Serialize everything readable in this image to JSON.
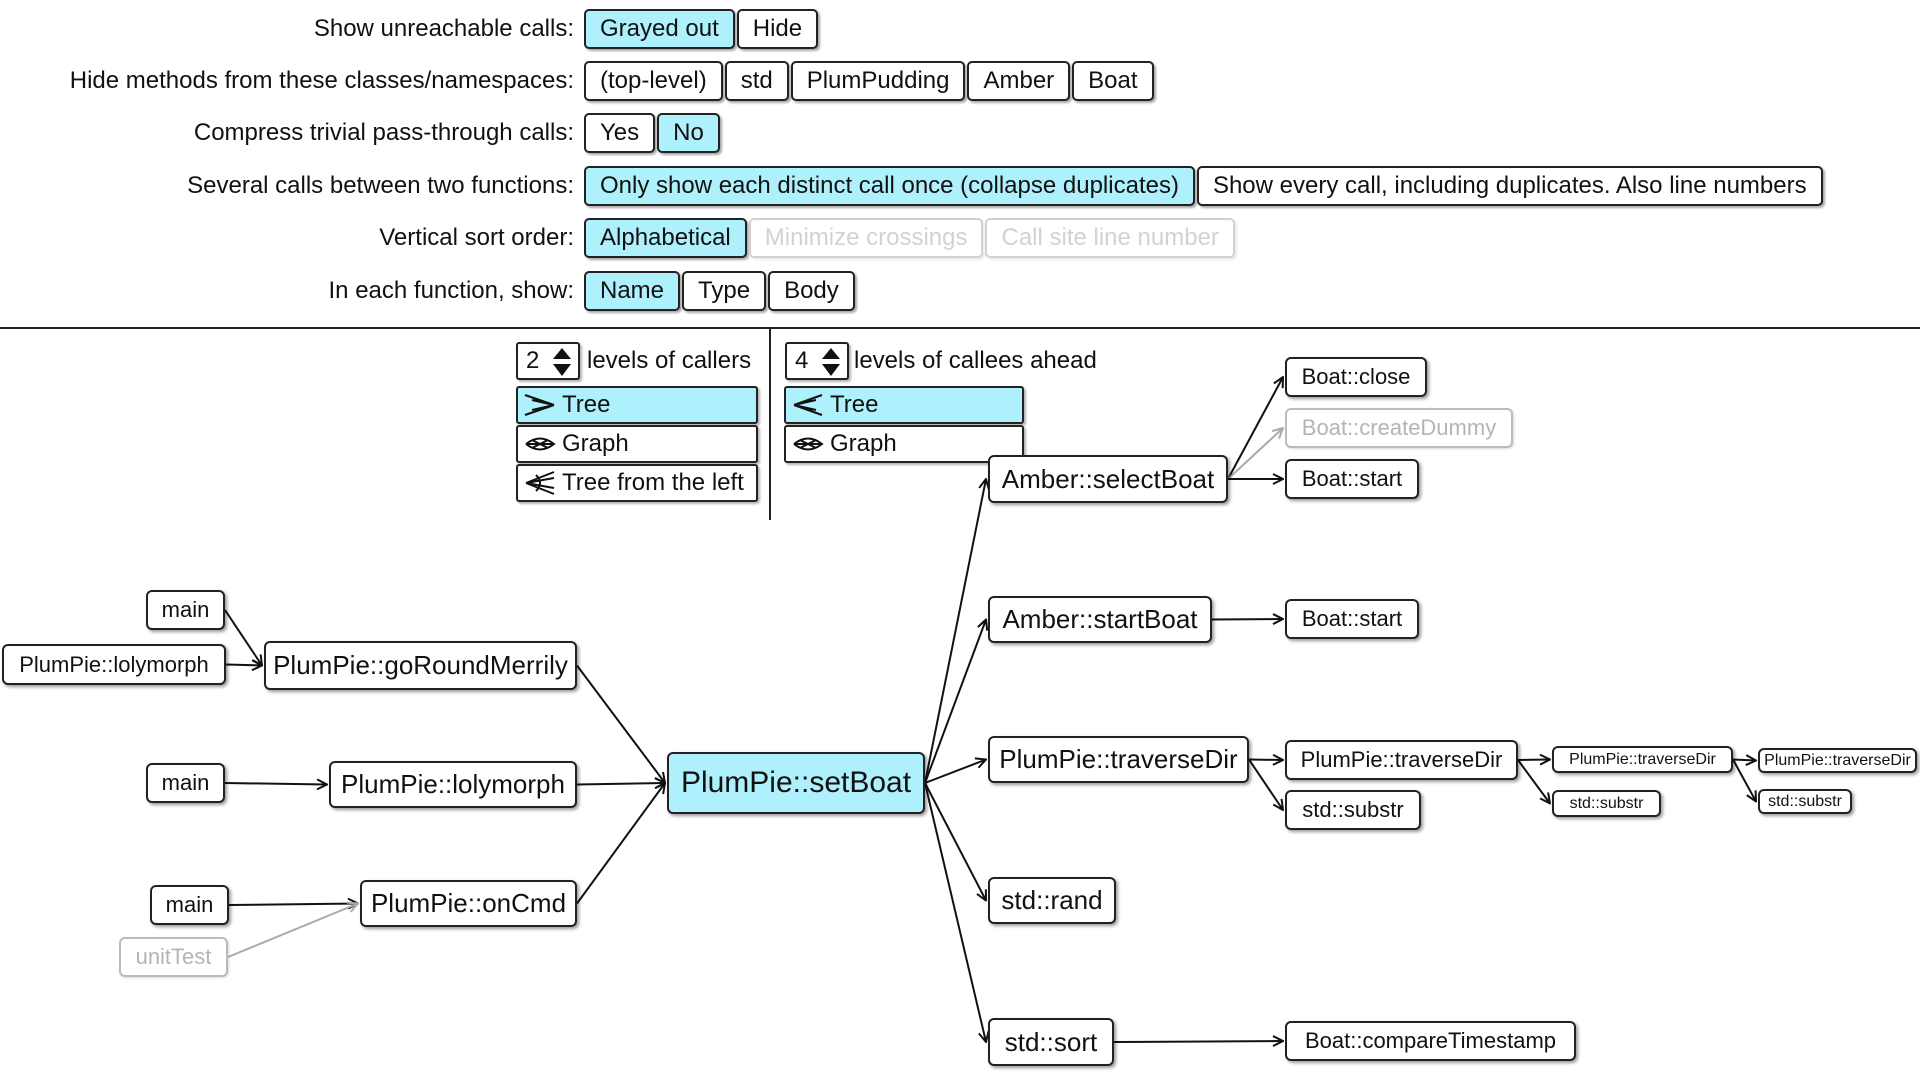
{
  "options": {
    "unreachable": {
      "label": "Show unreachable calls:",
      "buttons": [
        "Grayed out",
        "Hide"
      ],
      "selected": "Grayed out"
    },
    "hide_methods": {
      "label": "Hide methods from these classes/namespaces:",
      "buttons": [
        "(top-level)",
        "std",
        "PlumPudding",
        "Amber",
        "Boat"
      ]
    },
    "compress": {
      "label": "Compress trivial pass-through calls:",
      "buttons": [
        "Yes",
        "No"
      ],
      "selected": "No"
    },
    "duplicates": {
      "label": "Several calls between two functions:",
      "buttons": [
        "Only show each distinct call once (collapse duplicates)",
        "Show every call, including duplicates. Also line numbers"
      ],
      "selected": "Only show each distinct call once (collapse duplicates)"
    },
    "sort_order": {
      "label": "Vertical sort order:",
      "buttons": [
        "Alphabetical",
        "Minimize crossings",
        "Call site line number"
      ],
      "selected": "Alphabetical",
      "disabled": [
        "Minimize crossings",
        "Call site line number"
      ]
    },
    "show": {
      "label": "In each function, show:",
      "buttons": [
        "Name",
        "Type",
        "Body"
      ],
      "selected": "Name"
    }
  },
  "callers": {
    "levels": "2",
    "label": "levels of callers",
    "modes": [
      "Tree",
      "Graph",
      "Tree from the left"
    ],
    "selected": "Tree",
    "icons": [
      "fan-right-icon",
      "graph-icon",
      "fan-left-icon"
    ]
  },
  "callees": {
    "levels": "4",
    "label": "levels of callees ahead",
    "modes": [
      "Tree",
      "Graph"
    ],
    "selected": "Tree",
    "icons": [
      "fan-left-icon",
      "graph-icon"
    ]
  },
  "colors": {
    "selected": "#aef0fb",
    "border": "#222222",
    "grayed": "#b4b4b4"
  },
  "graph": {
    "focus": "PlumPie::setBoat",
    "nodes": [
      {
        "id": "focus",
        "label": "PlumPie::setBoat"
      },
      {
        "id": "c1",
        "label": "PlumPie::goRoundMerrily"
      },
      {
        "id": "c2",
        "label": "PlumPie::lolymorph"
      },
      {
        "id": "c3",
        "label": "PlumPie::onCmd"
      },
      {
        "id": "c1a",
        "label": "main"
      },
      {
        "id": "c1b",
        "label": "PlumPie::lolymorph"
      },
      {
        "id": "c2a",
        "label": "main"
      },
      {
        "id": "c3a",
        "label": "main"
      },
      {
        "id": "c3b",
        "label": "unitTest",
        "unreachable": true
      },
      {
        "id": "e1",
        "label": "Amber::selectBoat"
      },
      {
        "id": "e2",
        "label": "Amber::startBoat"
      },
      {
        "id": "e3",
        "label": "PlumPie::traverseDir"
      },
      {
        "id": "e4",
        "label": "std::rand"
      },
      {
        "id": "e5",
        "label": "std::sort"
      },
      {
        "id": "e1a",
        "label": "Boat::close"
      },
      {
        "id": "e1b",
        "label": "Boat::createDummy",
        "unreachable": true
      },
      {
        "id": "e1c",
        "label": "Boat::start"
      },
      {
        "id": "e2a",
        "label": "Boat::start"
      },
      {
        "id": "e3a",
        "label": "PlumPie::traverseDir"
      },
      {
        "id": "e3b",
        "label": "std::substr"
      },
      {
        "id": "e5a",
        "label": "Boat::compareTimestamp"
      },
      {
        "id": "e3a1",
        "label": "PlumPie::traverseDir"
      },
      {
        "id": "e3a2",
        "label": "std::substr"
      },
      {
        "id": "e3a1a",
        "label": "PlumPie::traverseDir"
      },
      {
        "id": "e3a1b",
        "label": "std::substr"
      }
    ],
    "edges": [
      {
        "from": "c1",
        "to": "focus"
      },
      {
        "from": "c2",
        "to": "focus"
      },
      {
        "from": "c3",
        "to": "focus"
      },
      {
        "from": "c1a",
        "to": "c1"
      },
      {
        "from": "c1b",
        "to": "c1"
      },
      {
        "from": "c2a",
        "to": "c2"
      },
      {
        "from": "c3a",
        "to": "c3"
      },
      {
        "from": "c3b",
        "to": "c3",
        "unreachable": true
      },
      {
        "from": "focus",
        "to": "e1"
      },
      {
        "from": "focus",
        "to": "e2"
      },
      {
        "from": "focus",
        "to": "e3"
      },
      {
        "from": "focus",
        "to": "e4"
      },
      {
        "from": "focus",
        "to": "e5"
      },
      {
        "from": "e1",
        "to": "e1a"
      },
      {
        "from": "e1",
        "to": "e1b",
        "unreachable": true
      },
      {
        "from": "e1",
        "to": "e1c"
      },
      {
        "from": "e2",
        "to": "e2a"
      },
      {
        "from": "e3",
        "to": "e3a"
      },
      {
        "from": "e3",
        "to": "e3b"
      },
      {
        "from": "e5",
        "to": "e5a"
      },
      {
        "from": "e3a",
        "to": "e3a1"
      },
      {
        "from": "e3a",
        "to": "e3a2"
      },
      {
        "from": "e3a1",
        "to": "e3a1a"
      },
      {
        "from": "e3a1",
        "to": "e3a1b"
      }
    ]
  }
}
